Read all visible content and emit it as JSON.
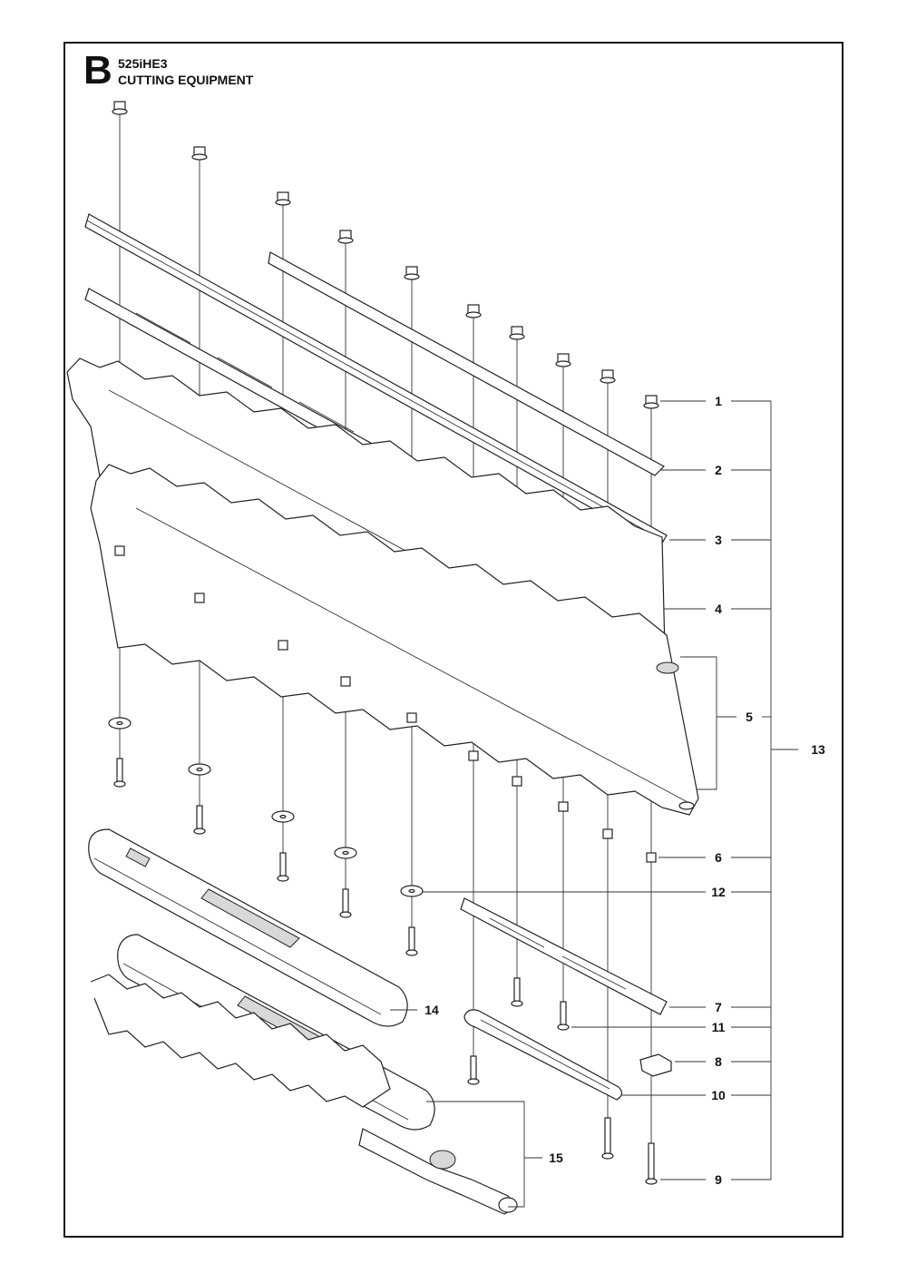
{
  "header": {
    "section_letter": "B",
    "model": "525iHE3",
    "title": "CUTTING EQUIPMENT"
  },
  "callouts": [
    {
      "id": "c1",
      "label": "1"
    },
    {
      "id": "c2",
      "label": "2"
    },
    {
      "id": "c3",
      "label": "3"
    },
    {
      "id": "c4",
      "label": "4"
    },
    {
      "id": "c5",
      "label": "5"
    },
    {
      "id": "c6",
      "label": "6"
    },
    {
      "id": "c7",
      "label": "7"
    },
    {
      "id": "c8",
      "label": "8"
    },
    {
      "id": "c9",
      "label": "9"
    },
    {
      "id": "c10",
      "label": "10"
    },
    {
      "id": "c11",
      "label": "11"
    },
    {
      "id": "c12",
      "label": "12"
    },
    {
      "id": "c13",
      "label": "13"
    },
    {
      "id": "c14",
      "label": "14"
    },
    {
      "id": "c15",
      "label": "15"
    }
  ]
}
